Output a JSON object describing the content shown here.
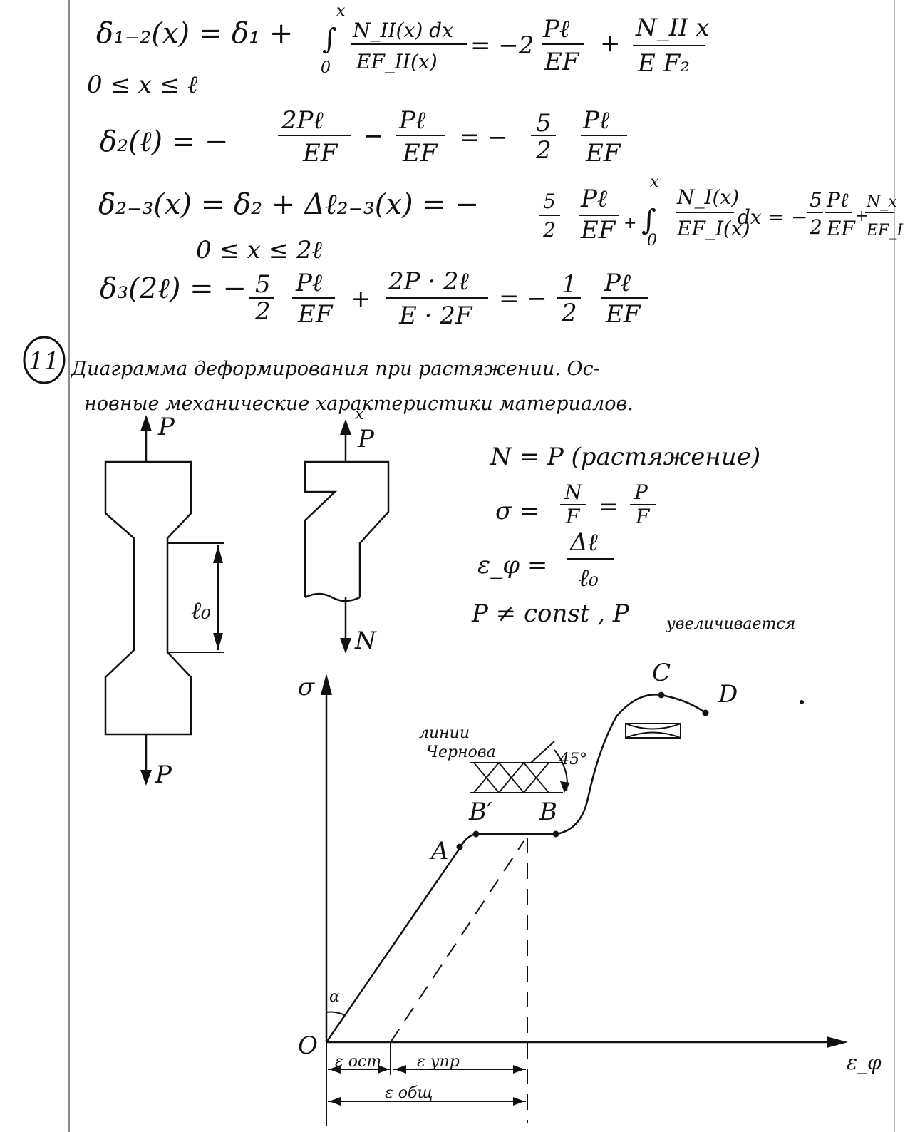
{
  "formulas": {
    "eq1": {
      "lhs": "δ₁₋₂(x) = δ₁ +",
      "int_upper": "x",
      "int_lower": "0",
      "int_sign": "∫",
      "frac_num": "N_II(x) dx",
      "frac_den": "EF_II(x)",
      "eq": "= −2",
      "t2_num": "Pℓ",
      "t2_den": "EF",
      "plus": "+",
      "t3_num": "N_II x",
      "t3_den": "E F₂"
    },
    "range1": "0 ≤ x ≤ ℓ",
    "eq2": {
      "lhs": "δ₂(ℓ) = −",
      "a_num": "2Pℓ",
      "a_den": "EF",
      "minus": "−",
      "b_num": "Pℓ",
      "b_den": "EF",
      "eq": "= −",
      "c_num": "5",
      "c_den": "2",
      "d_num": "Pℓ",
      "d_den": "EF"
    },
    "eq3": {
      "lhs": "δ₂₋₃(x) = δ₂ + Δℓ₂₋₃(x) = −",
      "a_num": "5",
      "a_den": "2",
      "b_num": "Pℓ",
      "b_den": "EF",
      "plus": "+",
      "int_sign": "∫",
      "int_upper": "x",
      "int_lower": "0",
      "c_num": "N_I(x)",
      "c_den": "EF_I(x)",
      "dx": "dx = −",
      "d_num": "5",
      "d_den": "2",
      "e_num": "Pℓ",
      "e_den": "EF",
      "plus2": "+",
      "f_num": "N_x",
      "f_den": "EF_I"
    },
    "range2": "0 ≤ x ≤ 2ℓ",
    "eq4": {
      "lhs": "δ₃(2ℓ) = −",
      "a_num": "5",
      "a_den": "2",
      "b_num": "Pℓ",
      "b_den": "EF",
      "plus": "+",
      "c_num": "2P · 2ℓ",
      "c_den": "E · 2F",
      "eq": "= −",
      "d_num": "1",
      "d_den": "2",
      "e_num": "Pℓ",
      "e_den": "EF"
    }
  },
  "section": {
    "number": "11",
    "title_line1": "Диаграмма деформирования при растяжении. Ос-",
    "title_line2": "новные механические характеристики материалов."
  },
  "specimen_left": {
    "top_force": "P",
    "bottom_force": "P",
    "gauge_length": "ℓ₀"
  },
  "specimen_right": {
    "axis_label": "x",
    "top_force": "P",
    "internal_force": "N"
  },
  "relations": {
    "r1": "N = P (растяжение)",
    "r2_lhs": "σ =",
    "r2_f1_num": "N",
    "r2_f1_den": "F",
    "r2_eq": "=",
    "r2_f2_num": "P",
    "r2_f2_den": "F",
    "r3_lhs": "ε_φ =",
    "r3_num": "Δℓ",
    "r3_den": "ℓ₀",
    "r4_a": "P ≠ const ,  P",
    "r4_b": "увеличивается"
  },
  "diagram": {
    "y_axis": "σ",
    "x_axis": "ε_φ",
    "origin": "O",
    "angle": "α",
    "point_A": "A",
    "point_B1": "B′",
    "point_B": "B",
    "point_C": "C",
    "point_D": "D",
    "chernov_line1": "линии",
    "chernov_line2": "Чернова",
    "angle45": "45°",
    "dim_ost": "ε ост",
    "dim_upr": "ε упр",
    "dim_obsh": "ε общ"
  }
}
